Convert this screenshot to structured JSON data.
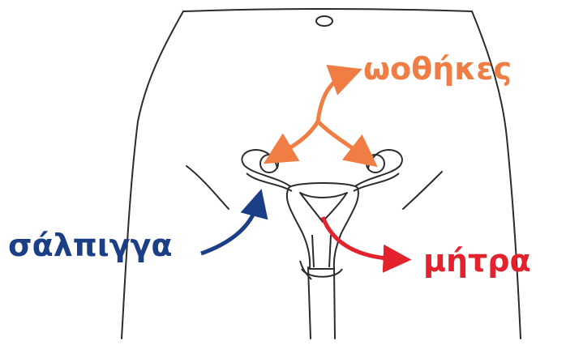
{
  "labels": {
    "ovaries": "ωοθήκες",
    "fallopian_tube": "σάλπιγγα",
    "uterus": "μήτρα"
  },
  "colors": {
    "ovaries": "#f07d43",
    "fallopian_tube": "#1b3f86",
    "uterus": "#e4222d",
    "outline": "#2b2b2b"
  }
}
